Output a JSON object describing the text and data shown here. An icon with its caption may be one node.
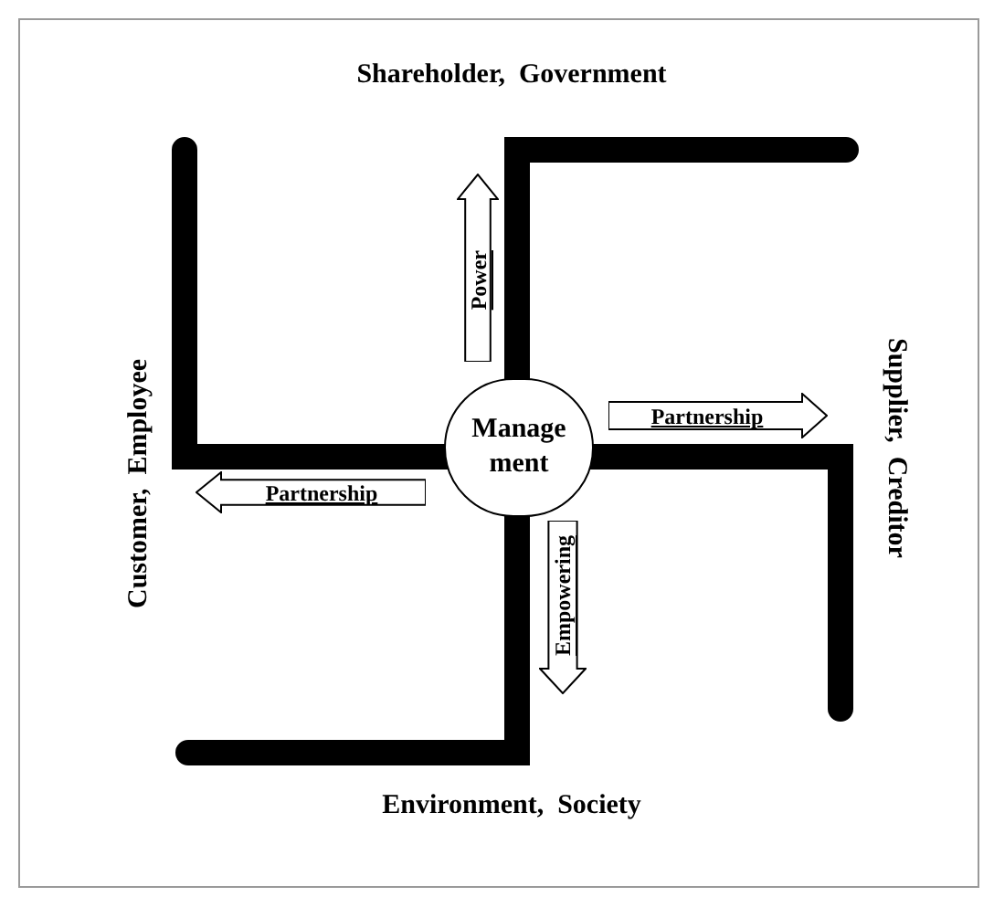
{
  "diagram": {
    "nodes": [
      {
        "text": [
          "Shareholder, Government"
        ]
      },
      {
        "text": [
          "Power"
        ]
      },
      {
        "text": [
          "Customer, Employee"
        ]
      },
      {
        "text": [
          "Manage ment"
        ]
      },
      {
        "text": [
          "Partnership"
        ]
      },
      {
        "text": [
          "Supplier, Creditor"
        ]
      },
      {
        "text": [
          "Partnership"
        ]
      },
      {
        "text": [
          "Empowering"
        ]
      },
      {
        "text": [
          "Environment, Society"
        ]
      }
    ]
  }
}
